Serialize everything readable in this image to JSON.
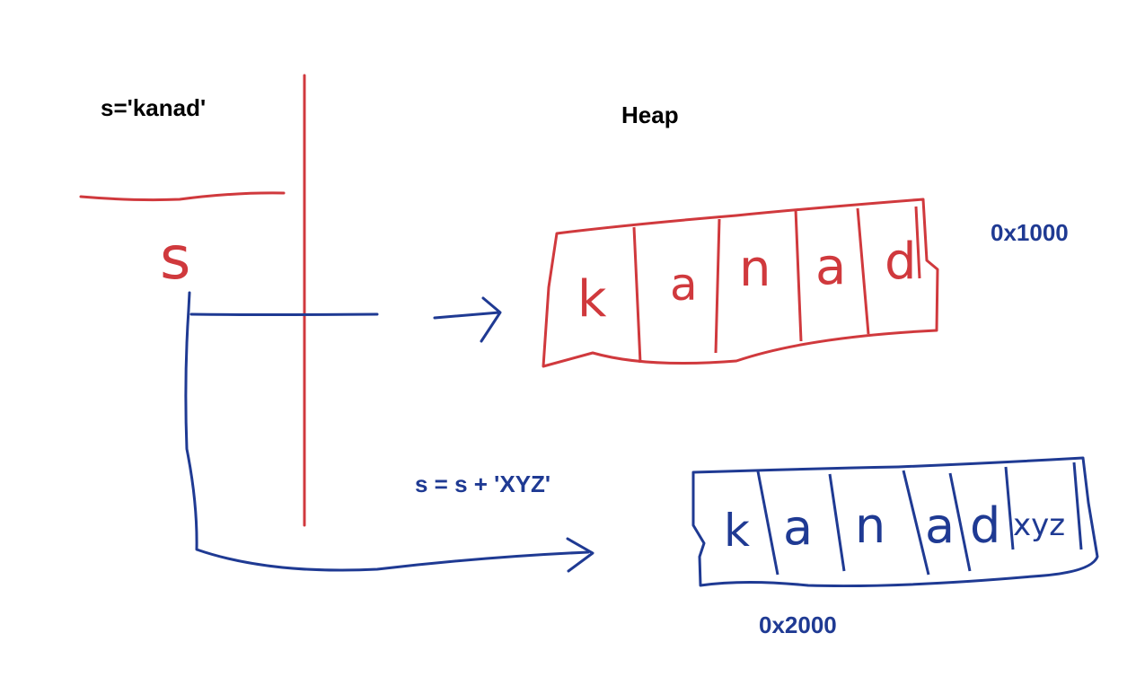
{
  "labels": {
    "code_assign": "s='kanad'",
    "heap_title": "Heap",
    "addr_first": "0x1000",
    "code_concat": "s = s + 'XYZ'",
    "addr_second": "0x2000"
  },
  "stack": {
    "variable": "s"
  },
  "heap": {
    "first_string": {
      "chars": [
        "k",
        "a",
        "n",
        "a",
        "d"
      ]
    },
    "second_string": {
      "chars": [
        "k",
        "a",
        "n",
        "a",
        "d",
        "xyz"
      ]
    }
  },
  "colors": {
    "red_ink": "#d0393d",
    "blue_ink": "#1f3a93",
    "text": "#000000"
  }
}
